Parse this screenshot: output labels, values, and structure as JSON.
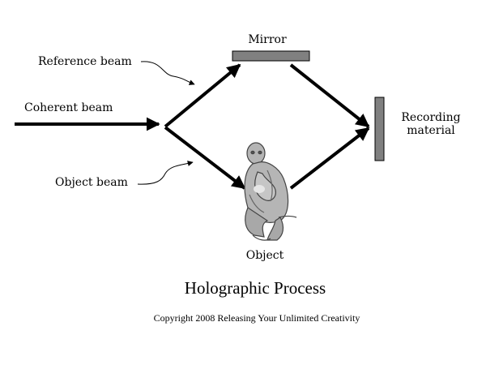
{
  "labels": {
    "mirror": "Mirror",
    "reference_beam": "Reference beam",
    "coherent_beam": "Coherent beam",
    "object_beam": "Object beam",
    "recording_material_line1": "Recording",
    "recording_material_line2": "material",
    "object": "Object"
  },
  "title": "Holographic Process",
  "copyright": "Copyright 2008 Releasing Your Unlimited Creativity",
  "colors": {
    "beam": "#000000",
    "mirror_fill": "#808080",
    "plate_fill": "#808080",
    "figure_fill": "#b5b5b5",
    "background": "#ffffff"
  },
  "icons": {
    "object": "crouching-figure-icon"
  }
}
